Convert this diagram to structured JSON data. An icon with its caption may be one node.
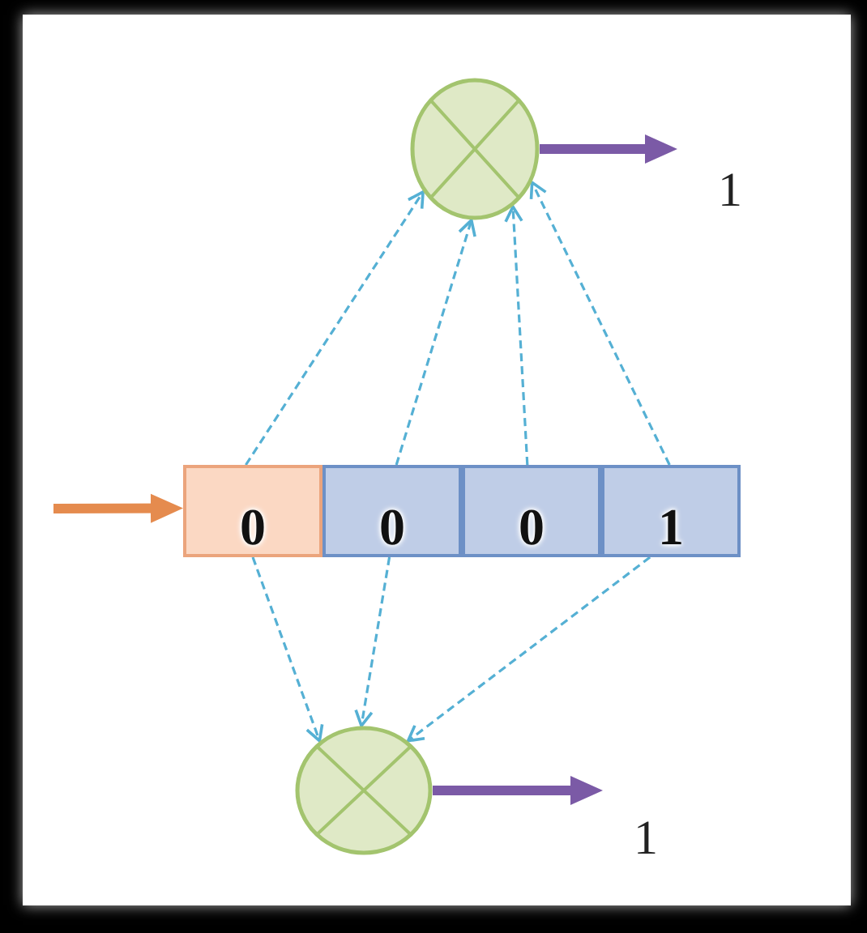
{
  "diagram": {
    "nodes": [
      {
        "text": [],
        "shape": "circle"
      },
      {
        "text": [
          "0"
        ]
      },
      {
        "text": [
          "0"
        ]
      },
      {
        "text": [
          "0"
        ]
      },
      {
        "text": [
          "1"
        ]
      },
      {
        "text": [],
        "shape": "circle"
      }
    ],
    "edges": [
      {
        "from": null,
        "to": 1,
        "arrow": "to",
        "style": "thick",
        "color": "#e58b4e"
      },
      {
        "from": 1,
        "to": 0,
        "arrow": "to",
        "style": "dashed"
      },
      {
        "from": 2,
        "to": 0,
        "arrow": "to",
        "style": "dashed"
      },
      {
        "from": 3,
        "to": 0,
        "arrow": "to",
        "style": "dashed"
      },
      {
        "from": 4,
        "to": 0,
        "arrow": "to",
        "style": "dashed"
      },
      {
        "from": 1,
        "to": 5,
        "arrow": "to",
        "style": "dashed"
      },
      {
        "from": 2,
        "to": 5,
        "arrow": "to",
        "style": "dashed"
      },
      {
        "from": 4,
        "to": 5,
        "arrow": "to",
        "style": "dashed"
      },
      {
        "from": 0,
        "to": null,
        "arrow": "to",
        "style": "thick",
        "color": "#7b5aa6"
      },
      {
        "from": 5,
        "to": null,
        "arrow": "to",
        "style": "thick",
        "color": "#7b5aa6"
      }
    ],
    "labels": [
      "1",
      "1"
    ]
  }
}
